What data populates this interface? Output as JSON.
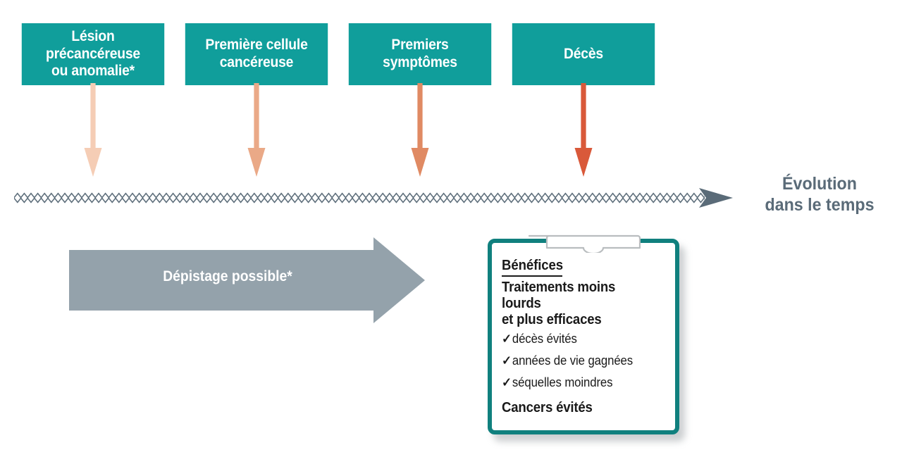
{
  "colors": {
    "teal": "#109e9b",
    "teal_border": "#10807e",
    "slate": "#5a6b78",
    "gray_arrow": "#94a2ab",
    "clip_gray": "#b9bdbf",
    "arrow_1": "#f5cdb5",
    "arrow_2": "#eaa987",
    "arrow_3": "#e08a63",
    "arrow_4": "#d9593a",
    "text_dark": "#1a1a1a",
    "white": "#ffffff"
  },
  "timeline": {
    "stages": [
      {
        "label": "Lésion précancéreuse\nou anomalie*",
        "arrow_color": "#f5cdb5"
      },
      {
        "label": "Première cellule\ncancéreuse",
        "arrow_color": "#eaa987"
      },
      {
        "label": "Premiers\nsymptômes",
        "arrow_color": "#e08a63"
      },
      {
        "label": "Décès",
        "arrow_color": "#d9593a"
      }
    ],
    "axis_label": "Évolution\ndans le temps"
  },
  "screening": {
    "label": "Dépistage possible*"
  },
  "clipboard": {
    "title": "Bénéfices",
    "headline": "Traitements moins lourds\net plus efficaces",
    "check_symbol": "✓",
    "items": [
      "décès évités",
      "années de vie gagnées",
      "séquelles moindres"
    ],
    "footer": "Cancers évités"
  }
}
